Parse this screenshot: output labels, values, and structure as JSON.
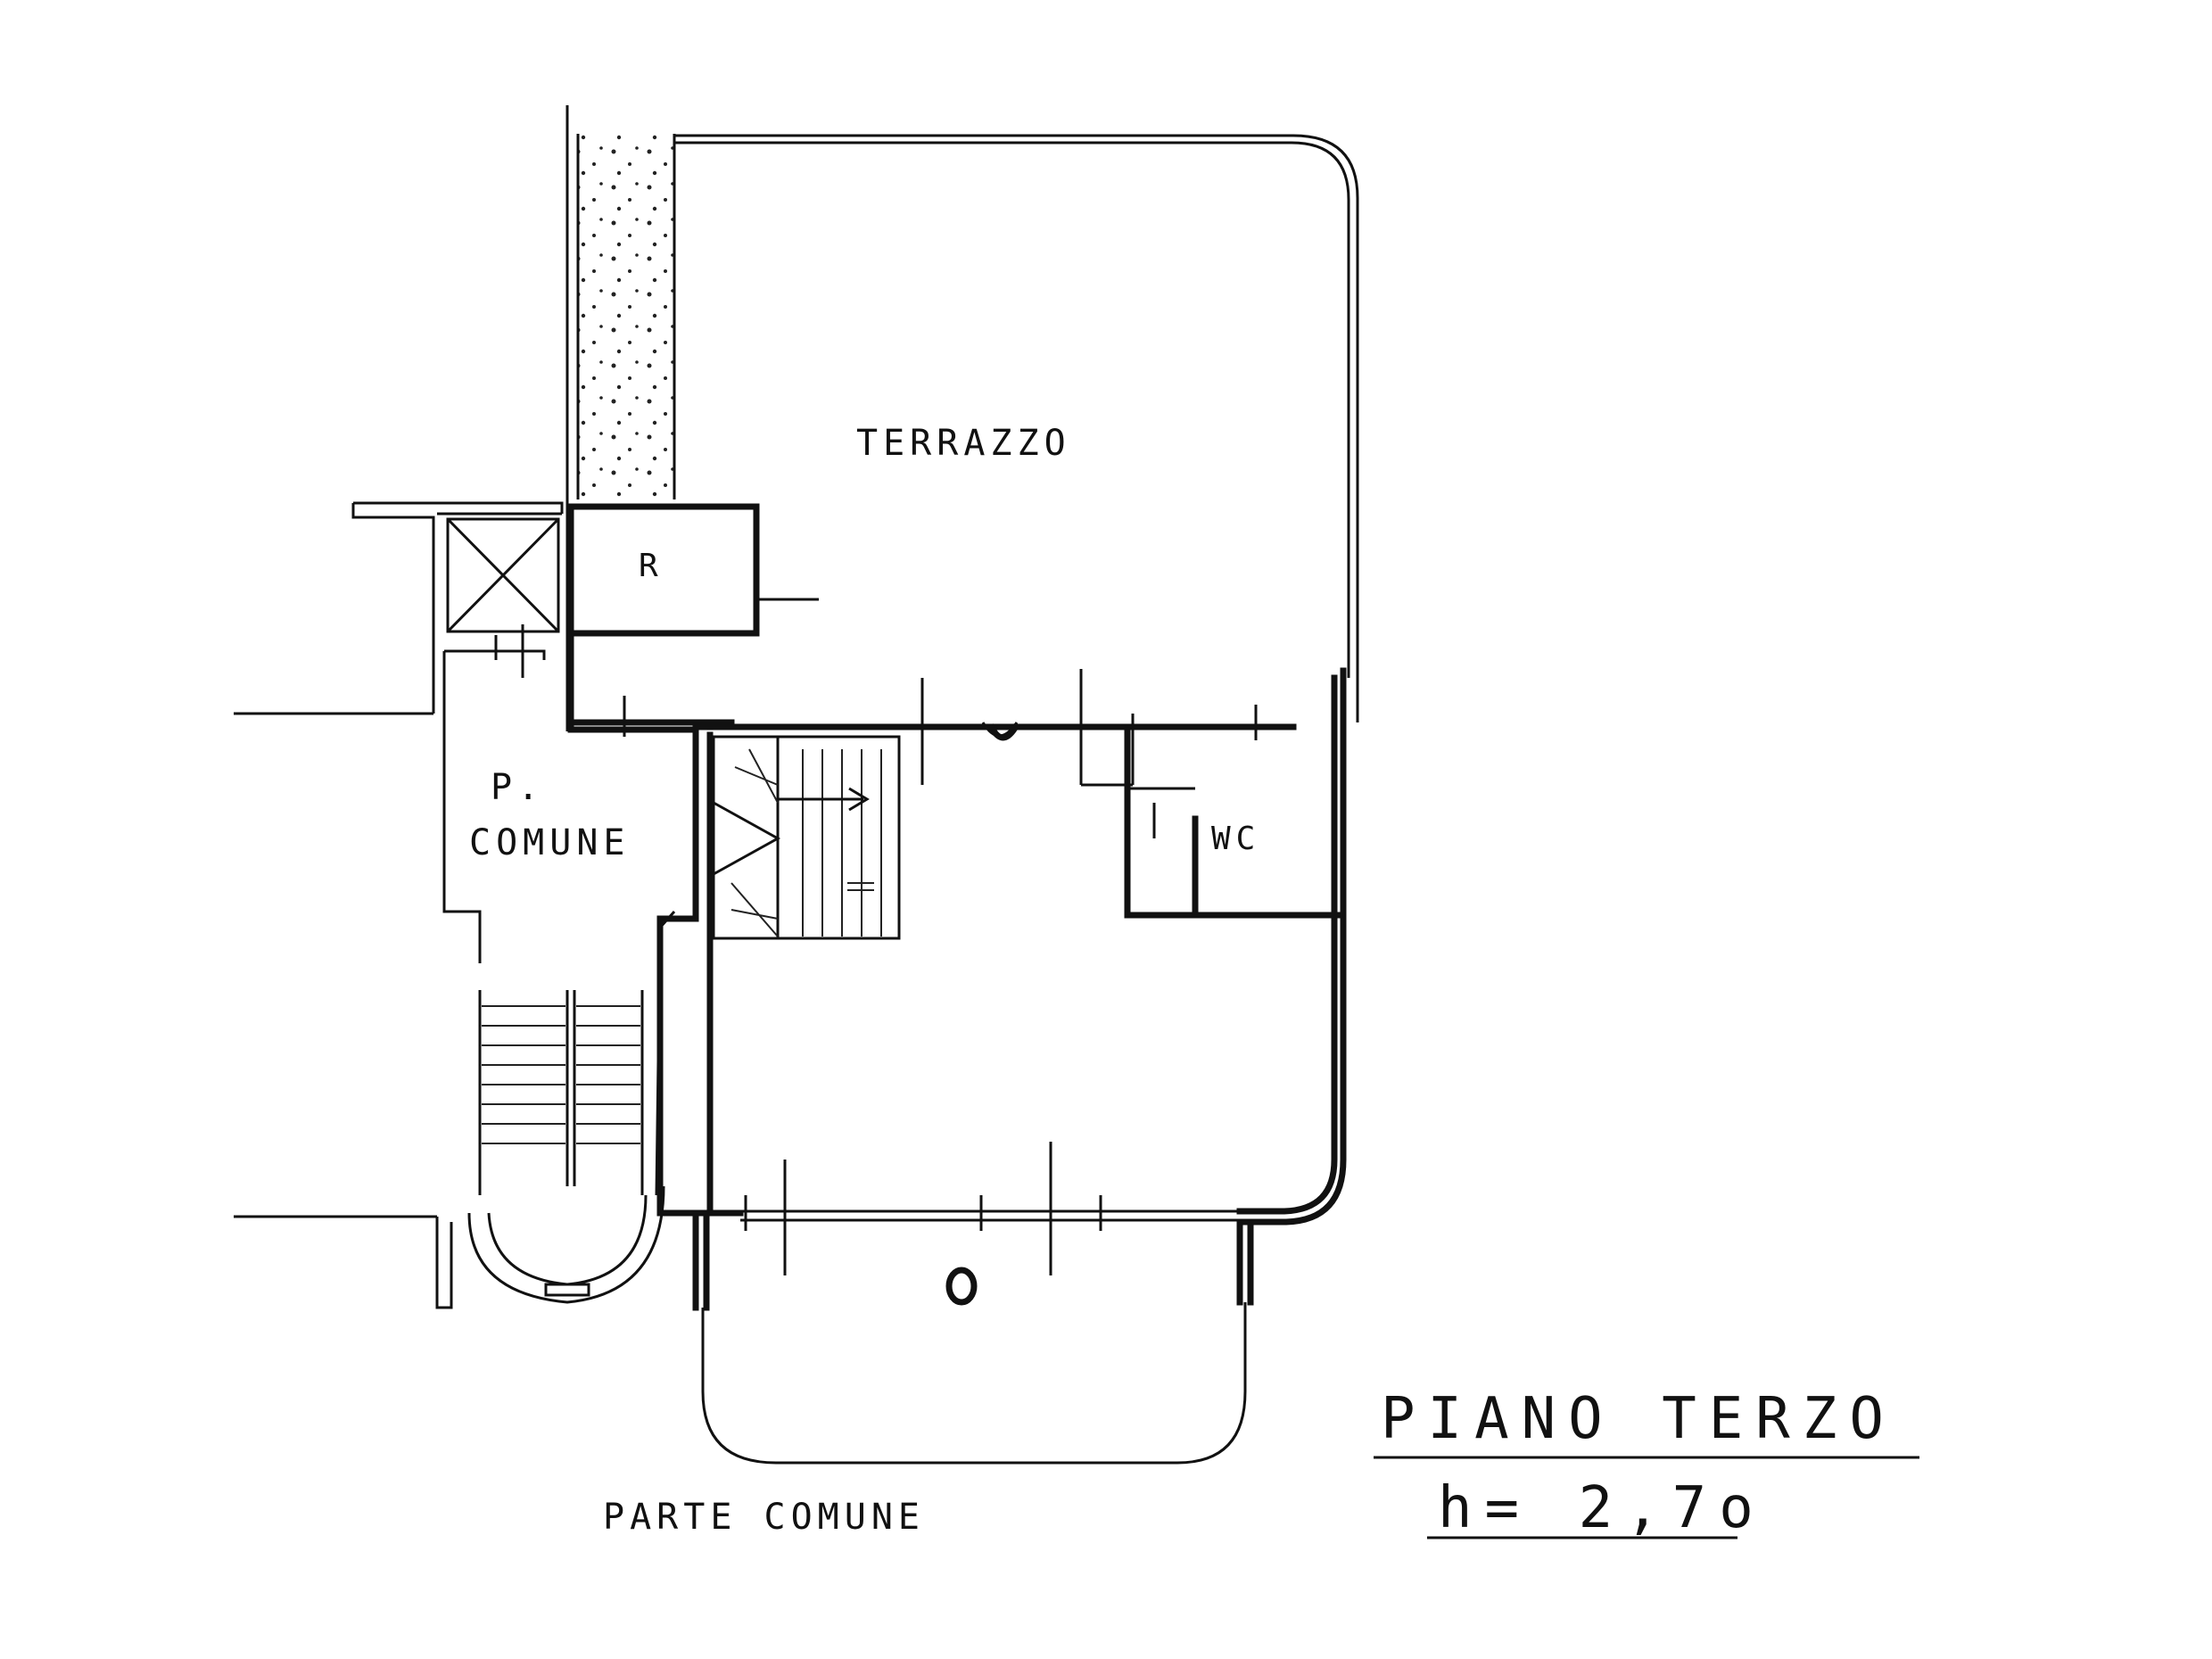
{
  "rooms": {
    "terrace": "TERRAZZO",
    "storage": "R",
    "common_a": "P.",
    "common_b": "COMUNE",
    "wc": "WC",
    "balcony_mark": "O"
  },
  "notes": {
    "common_part": "PARTE COMUNE"
  },
  "title": {
    "floor": "PIANO TERZO",
    "height": "h= 2,7o"
  }
}
